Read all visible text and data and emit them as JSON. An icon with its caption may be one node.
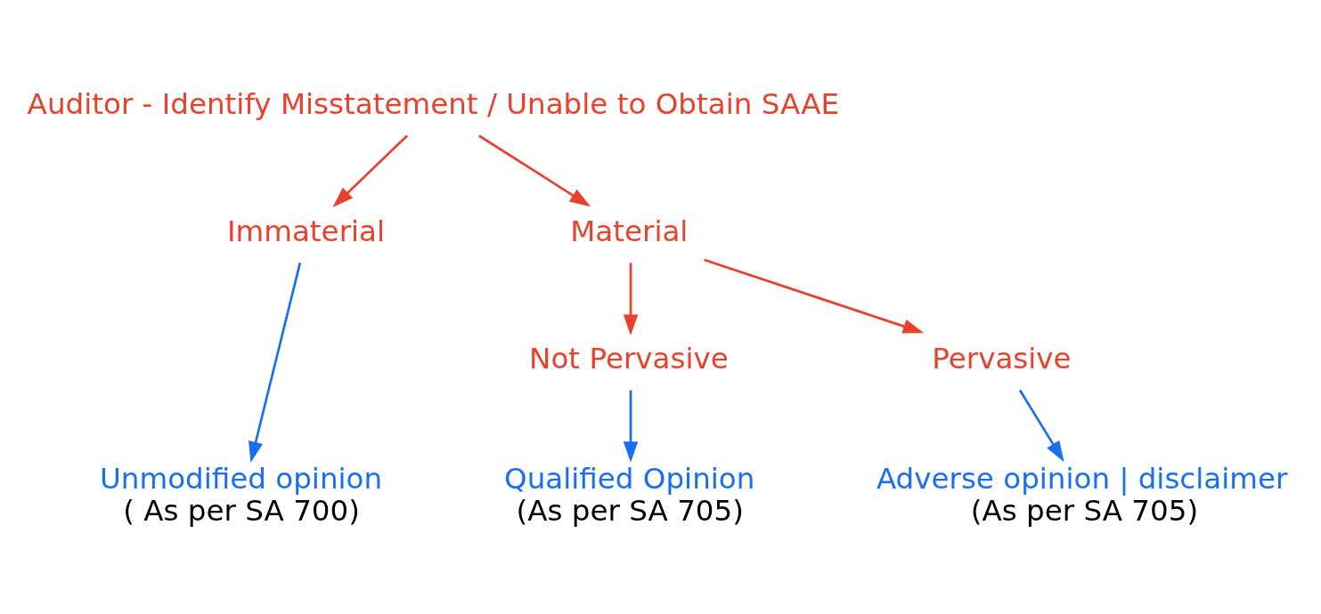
{
  "diagram": {
    "nodes": [
      {
        "text": [
          "Auditor - Identify Misstatement / Unable to Obtain SAAE"
        ]
      },
      {
        "text": [
          "Immaterial"
        ]
      },
      {
        "text": [
          "Material"
        ]
      },
      {
        "text": [
          "Not Pervasive"
        ]
      },
      {
        "text": [
          "Pervasive"
        ]
      },
      {
        "text": [
          "Unmodified opinion",
          "( As per SA 700)"
        ]
      },
      {
        "text": [
          "Qualified Opinion",
          "(As per SA 705)"
        ]
      },
      {
        "text": [
          "Adverse opinion | disclaimer",
          "(As per SA 705)"
        ]
      }
    ],
    "edges": [
      {
        "from": 0,
        "to": 1,
        "arrow": "to",
        "color": "#e8412c"
      },
      {
        "from": 0,
        "to": 2,
        "arrow": "to",
        "color": "#e8412c"
      },
      {
        "from": 1,
        "to": 5,
        "arrow": "to",
        "color": "#1a6ff0"
      },
      {
        "from": 2,
        "to": 3,
        "arrow": "to",
        "color": "#e8412c"
      },
      {
        "from": 2,
        "to": 4,
        "arrow": "to",
        "color": "#e8412c"
      },
      {
        "from": 3,
        "to": 6,
        "arrow": "to",
        "color": "#1a6ff0"
      },
      {
        "from": 4,
        "to": 7,
        "arrow": "to",
        "color": "#1a6ff0"
      }
    ]
  }
}
